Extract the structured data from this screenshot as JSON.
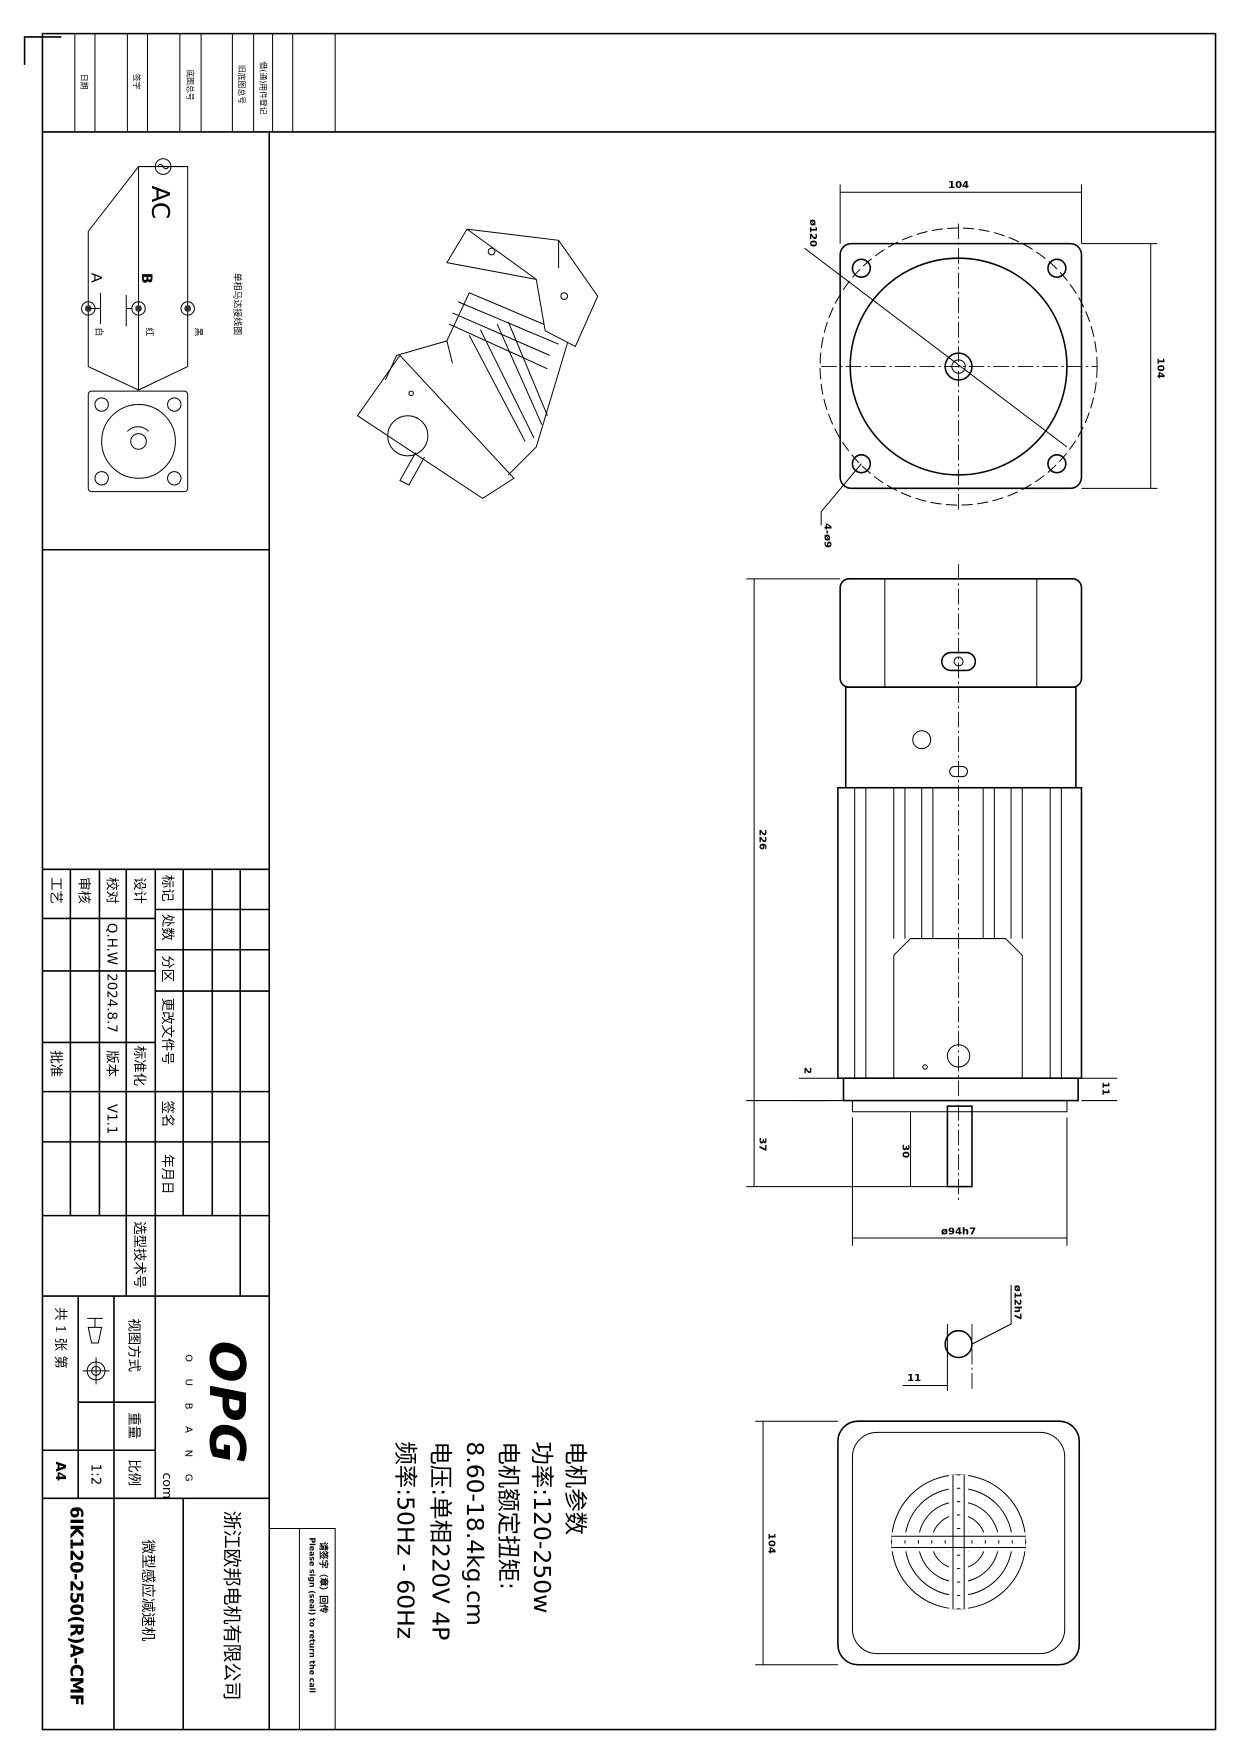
{
  "top_strip": {
    "date": "日期",
    "signature": "签字",
    "base_drawing_no": "底图总号",
    "old_base_drawing_no": "旧底图总号",
    "borrowed_parts_register": "借(通)用件登记"
  },
  "wiring": {
    "title": "单相马达接线图",
    "ac": "AC",
    "a": "A",
    "b": "B",
    "white": "白",
    "red": "红",
    "black": "黑"
  },
  "title_block": {
    "mark": "标记",
    "count": "处数",
    "zone": "分区",
    "change_doc_no": "更改文件号",
    "sign": "签名",
    "ymd": "年月日",
    "design": "设计",
    "check": "校对",
    "checker_name": "Q.H.W",
    "check_date": "2024.8.7",
    "review": "审核",
    "process": "工艺",
    "standardize": "标准化",
    "version_label": "版本",
    "version": "V1.1",
    "approve": "批准",
    "selection_no": "选型技术号",
    "view_method": "视图方式",
    "weight": "重量",
    "scale_label": "比例",
    "scale": "1:2",
    "sheets": "共 1 张 第",
    "paper": "A4",
    "logo": "OPG",
    "logo_sub": "O U B A N G",
    "logo_com": "com",
    "company": "浙江欧邦电机有限公司",
    "product": "微型感应减速机",
    "model": "6IK120-250(R)A-CMF"
  },
  "sign_box": {
    "cn": "请签字（章）回传",
    "en": "Please sign (seal) to return the call"
  },
  "params": {
    "title": "电机参数",
    "power": "功率:120-250w",
    "torque_label": "电机额定扭矩:",
    "torque": "8.60-18.4kg.cm",
    "voltage": "电压:单相220V 4P",
    "frequency": "频率:50Hz - 60Hz"
  },
  "dimensions": {
    "flange_width": "104",
    "flange_height": "104",
    "pcd": "ø120",
    "holes": "4-ø9",
    "length": "226",
    "gap": "2",
    "flange_thk": "11",
    "shaft_len": "37",
    "key_len": "30",
    "pilot": "ø94h7",
    "shaft_dia": "ø12h7",
    "shaft_key": "11",
    "rear_width": "104"
  }
}
